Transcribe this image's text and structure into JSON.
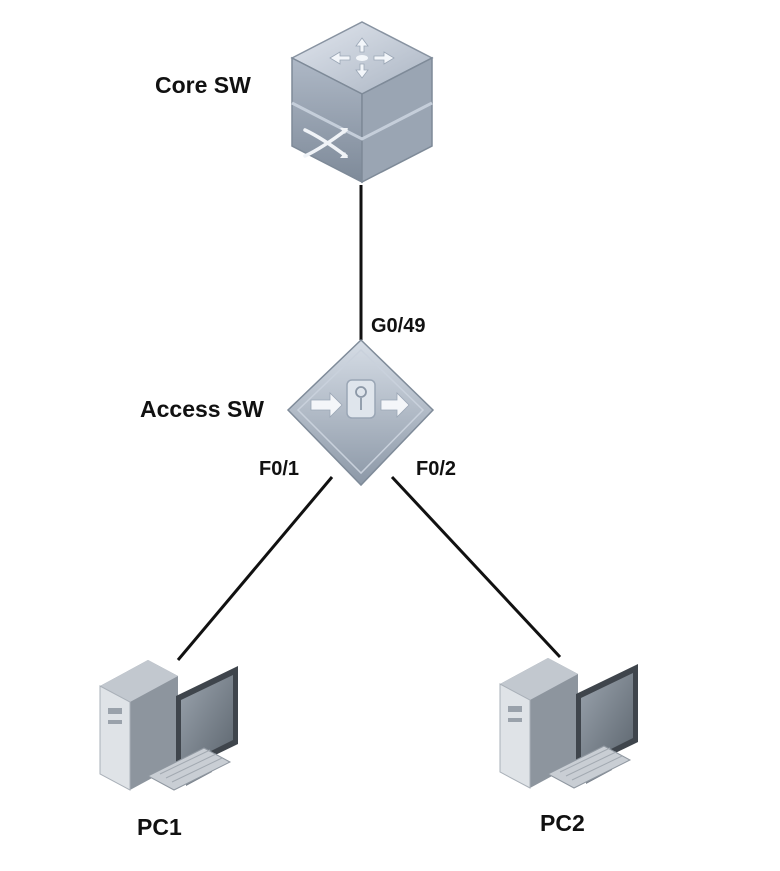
{
  "colors": {
    "link": "#111111",
    "device_top": "#c3ccd8",
    "device_side": "#8e9aa8",
    "device_accent": "#f2f5f9"
  },
  "nodes": {
    "core_sw": {
      "label": "Core SW",
      "icon": "layer3-switch-icon"
    },
    "access_sw": {
      "label": "Access SW",
      "icon": "access-switch-icon"
    },
    "pc1": {
      "label": "PC1",
      "icon": "desktop-pc-icon"
    },
    "pc2": {
      "label": "PC2",
      "icon": "desktop-pc-icon"
    }
  },
  "links": [
    {
      "from": "core_sw",
      "to": "access_sw",
      "port": "G0/49"
    },
    {
      "from": "access_sw",
      "to": "pc1",
      "port": "F0/1"
    },
    {
      "from": "access_sw",
      "to": "pc2",
      "port": "F0/2"
    }
  ]
}
